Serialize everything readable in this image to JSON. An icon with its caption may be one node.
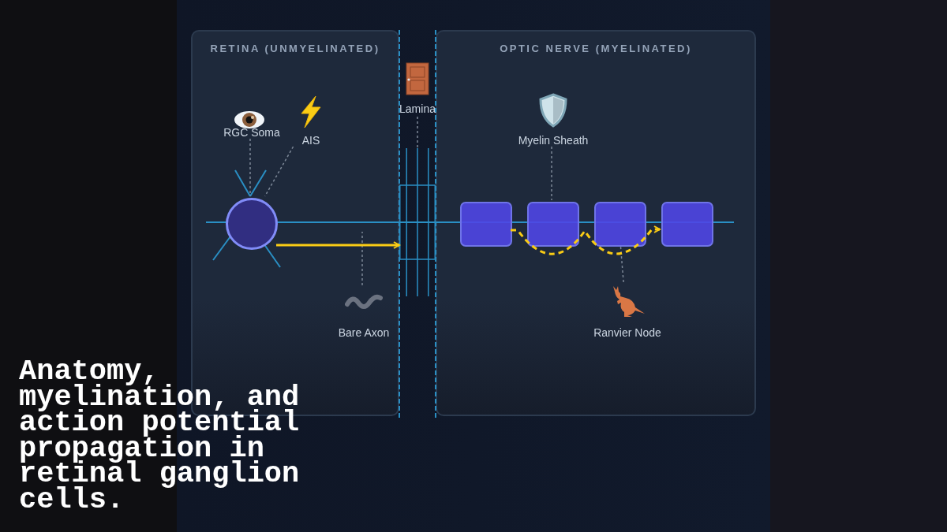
{
  "diagram": {
    "title": "Anatomy, myelination, and action potential propagation in retinal ganglion cells.",
    "nodes": [
      {
        "text": [
          "RETINA (UNMYELINATED)"
        ]
      },
      {
        "text": [
          "OPTIC NERVE (MYELINATED)"
        ]
      },
      {
        "text": [
          "RGC Soma"
        ],
        "in": 0
      },
      {
        "text": [
          "AIS"
        ],
        "in": 0
      },
      {
        "text": [
          "Bare Axon"
        ],
        "in": 0
      },
      {
        "text": [
          "Lamina"
        ]
      },
      {
        "text": [
          "Myelin Sheath"
        ],
        "in": 1
      },
      {
        "text": [
          "Ranvier Node"
        ],
        "in": 1
      },
      {
        "text": [],
        "shape": "circle",
        "in": 0
      },
      {
        "text": [],
        "shape": "box",
        "in": 1
      },
      {
        "text": [],
        "shape": "box",
        "in": 1
      },
      {
        "text": [],
        "shape": "box",
        "in": 1
      },
      {
        "text": [],
        "shape": "box",
        "in": 1
      },
      {
        "text": [],
        "shape": "box"
      }
    ],
    "edges": [
      {
        "from": 2,
        "to": 8,
        "arrow": "none",
        "style": "dashed"
      },
      {
        "from": 3,
        "to": 8,
        "arrow": "none",
        "style": "dashed"
      },
      {
        "from": 4,
        "to": null,
        "arrow": "none",
        "style": "dashed"
      },
      {
        "from": 5,
        "to": 13,
        "arrow": "none",
        "style": "dashed"
      },
      {
        "from": 6,
        "to": 10,
        "arrow": "none",
        "style": "dashed"
      },
      {
        "from": 7,
        "to": 11,
        "arrow": "none",
        "style": "dashed"
      },
      {
        "from": 8,
        "to": 13,
        "arrow": "to",
        "color": "#facc15"
      },
      {
        "from": 9,
        "to": 12,
        "arrow": "to",
        "style": "dashed",
        "color": "#facc15"
      }
    ]
  }
}
